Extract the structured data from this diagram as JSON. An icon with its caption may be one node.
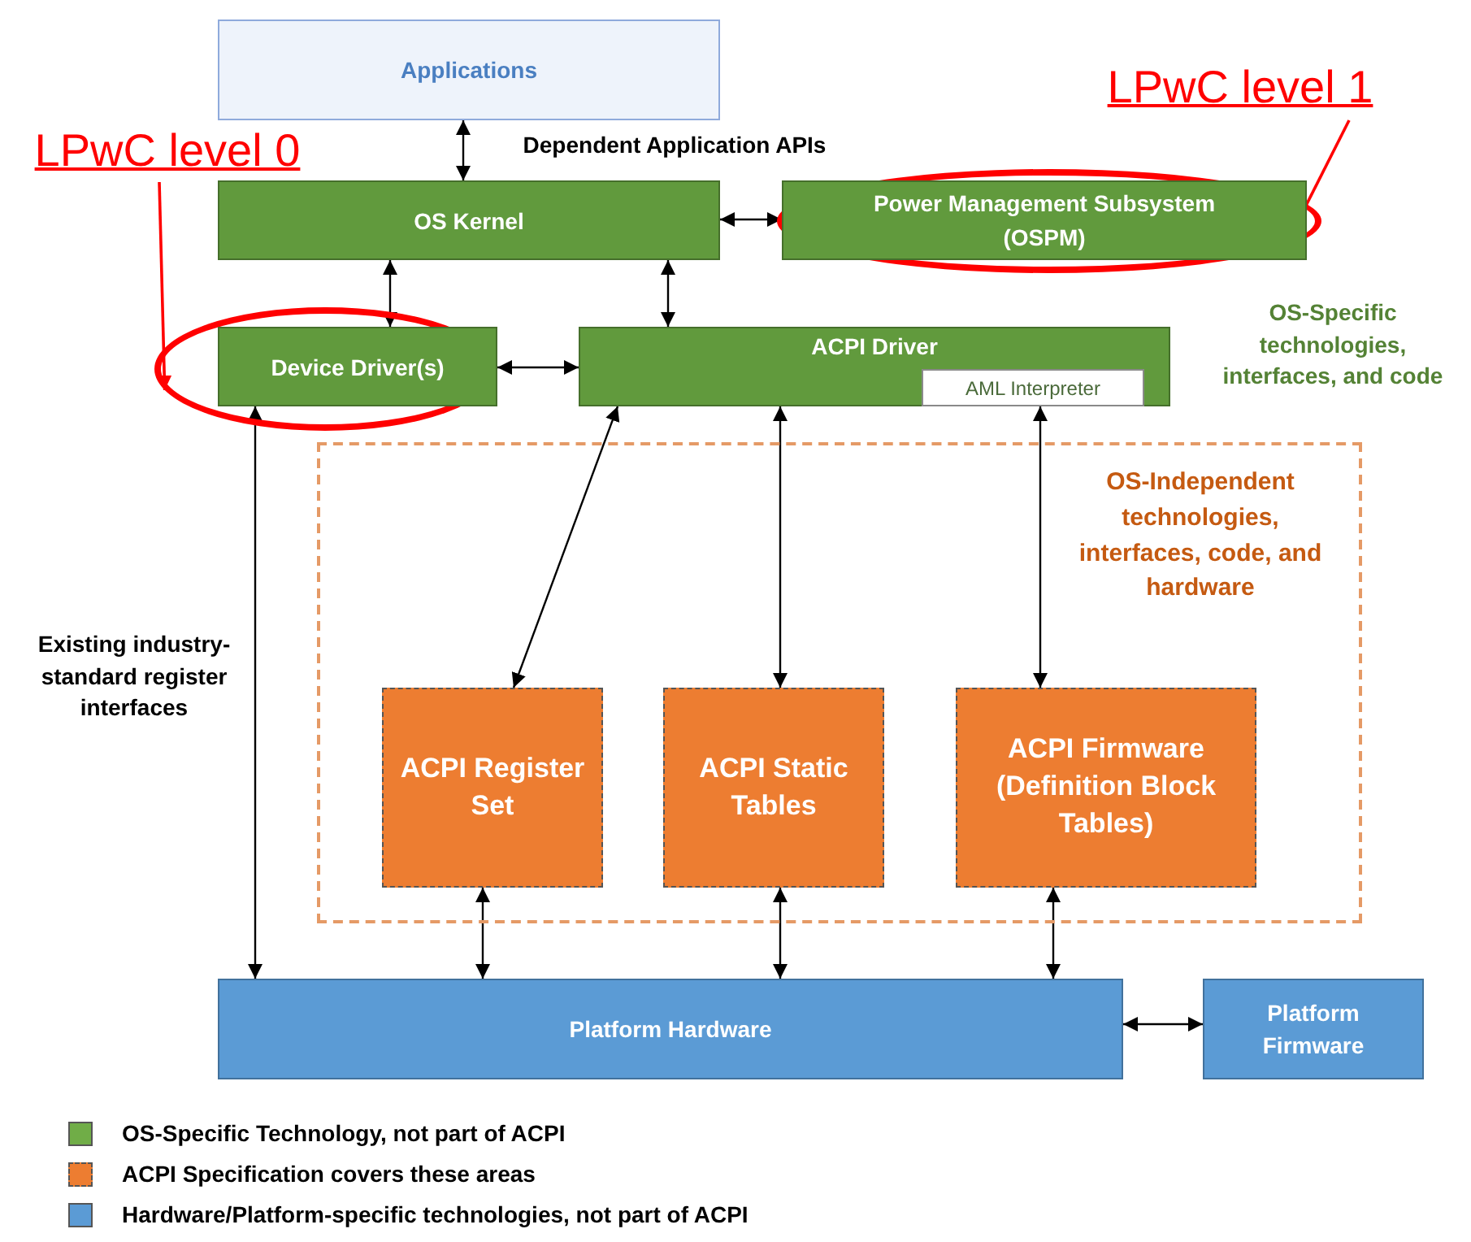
{
  "diagram": {
    "nodes": [
      {
        "text": [
          "Applications"
        ]
      },
      {
        "text": [
          "OS Kernel"
        ]
      },
      {
        "text": [
          "LPwC level 1"
        ]
      },
      {
        "text": [],
        "shape": "ellipse"
      },
      {
        "text": [
          "Power Management Subsystem (OSPM)"
        ],
        "in": 3
      },
      {
        "text": [
          "LPwC level 0"
        ]
      },
      {
        "text": [],
        "shape": "ellipse"
      },
      {
        "text": [
          "Device Driver(s)"
        ],
        "in": 6
      },
      {
        "text": [
          "ACPI Driver"
        ]
      },
      {
        "text": [
          "AML Interpreter"
        ],
        "in": 8
      },
      {
        "text": [
          "OS-Independent technologies, interfaces, code, and hardware"
        ]
      },
      {
        "text": [
          "ACPI Register Set"
        ],
        "in": 10
      },
      {
        "text": [
          "ACPI Static Tables"
        ],
        "in": 10
      },
      {
        "text": [
          "ACPI Firmware (Definition Block Tables)"
        ],
        "in": 10
      },
      {
        "text": [
          "Platform Hardware"
        ]
      },
      {
        "text": [
          "Platform Firmware"
        ]
      }
    ],
    "edges": [
      {
        "from": 0,
        "to": 1,
        "arrow": "both"
      },
      {
        "from": 1,
        "to": 4,
        "arrow": "both"
      },
      {
        "from": 1,
        "to": 7,
        "arrow": "both"
      },
      {
        "from": 1,
        "to": 8,
        "arrow": "both"
      },
      {
        "from": 7,
        "to": 8,
        "arrow": "both"
      },
      {
        "from": 8,
        "to": 11,
        "arrow": "both"
      },
      {
        "from": 8,
        "to": 12,
        "arrow": "both"
      },
      {
        "from": 8,
        "to": 13,
        "arrow": "both"
      },
      {
        "from": 7,
        "to": 14,
        "arrow": "both"
      },
      {
        "from": 11,
        "to": 14,
        "arrow": "both"
      },
      {
        "from": 12,
        "to": 14,
        "arrow": "both"
      },
      {
        "from": 13,
        "to": 14,
        "arrow": "both"
      },
      {
        "from": 14,
        "to": 15,
        "arrow": "both"
      },
      {
        "from": 5,
        "to": 6,
        "arrow": "to",
        "color": "#ff0000"
      },
      {
        "from": 2,
        "to": 3,
        "arrow": "to",
        "color": "#ff0000"
      }
    ],
    "labels": [
      "Dependent Application APIs",
      "OS-Specific technologies, interfaces, and code",
      "Existing industry-standard register interfaces"
    ],
    "legend": [
      {
        "text": "OS-Specific Technology, not part of ACPI",
        "color": "#70ad47"
      },
      {
        "text": "ACPI Specification covers these areas",
        "color": "#ed7d31"
      },
      {
        "text": "Hardware/Platform-specific technologies, not part of ACPI",
        "color": "#5b9bd5"
      }
    ]
  }
}
